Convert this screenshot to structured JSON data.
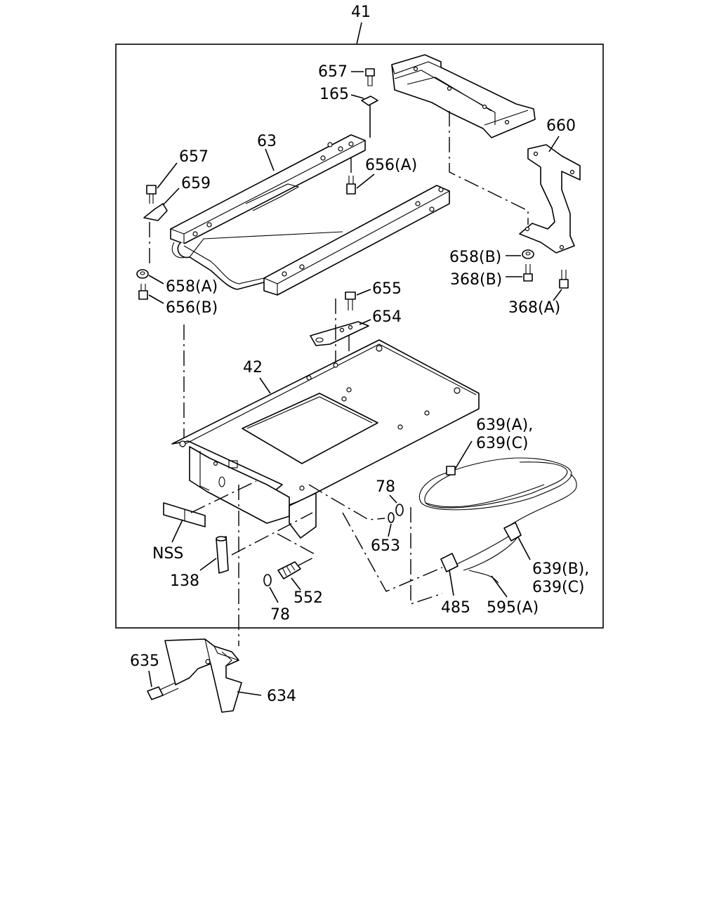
{
  "assembly_label": "41",
  "callouts": {
    "657a": "657",
    "165": "165",
    "660": "660",
    "63": "63",
    "656A": "656(A)",
    "657b": "657",
    "659": "659",
    "658B": "658(B)",
    "368B": "368(B)",
    "368A": "368(A)",
    "658A": "658(A)",
    "656B": "656(B)",
    "655": "655",
    "654": "654",
    "42": "42",
    "639A": "639(A),",
    "639C_top": "639(C)",
    "78a": "78",
    "653": "653",
    "NSS": "NSS",
    "138": "138",
    "639B": "639(B),",
    "639C_bottom": "639(C)",
    "552": "552",
    "78b": "78",
    "485": "485",
    "595A": "595(A)",
    "635": "635",
    "634": "634"
  }
}
